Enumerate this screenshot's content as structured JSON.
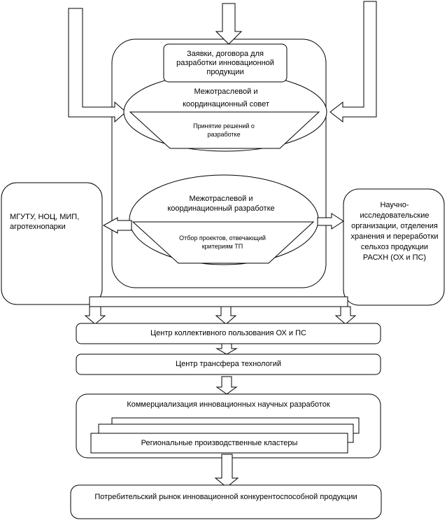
{
  "diagram": {
    "requests_box": "Заявки, договора для разработки инновационной продукции",
    "council_top": "Межотраслевой и координационный совет",
    "decision_box": "Принятие решений о разработке",
    "council_bottom": "Межотраслевой и координационный разработке",
    "selection_box": "Отбор проектов, отвечающий критериям ТП",
    "left_org": "МГУТУ, НОЦ, МИП, агротехнопарки",
    "right_org": "Научно-исследовательские организации, отделения хранения и переработки сельхоз продукции РАСХН (ОХ и ПС)",
    "shared_center": "Центр коллективного пользования ОХ и ПС",
    "transfer_center": "Центр трансфера технологий",
    "commercialization": "Коммерциализация инновационных научных разработок",
    "clusters": "Региональные производственные кластеры",
    "consumer_market": "Потребительский рынок инновационной конкурентоспособной продукции"
  }
}
